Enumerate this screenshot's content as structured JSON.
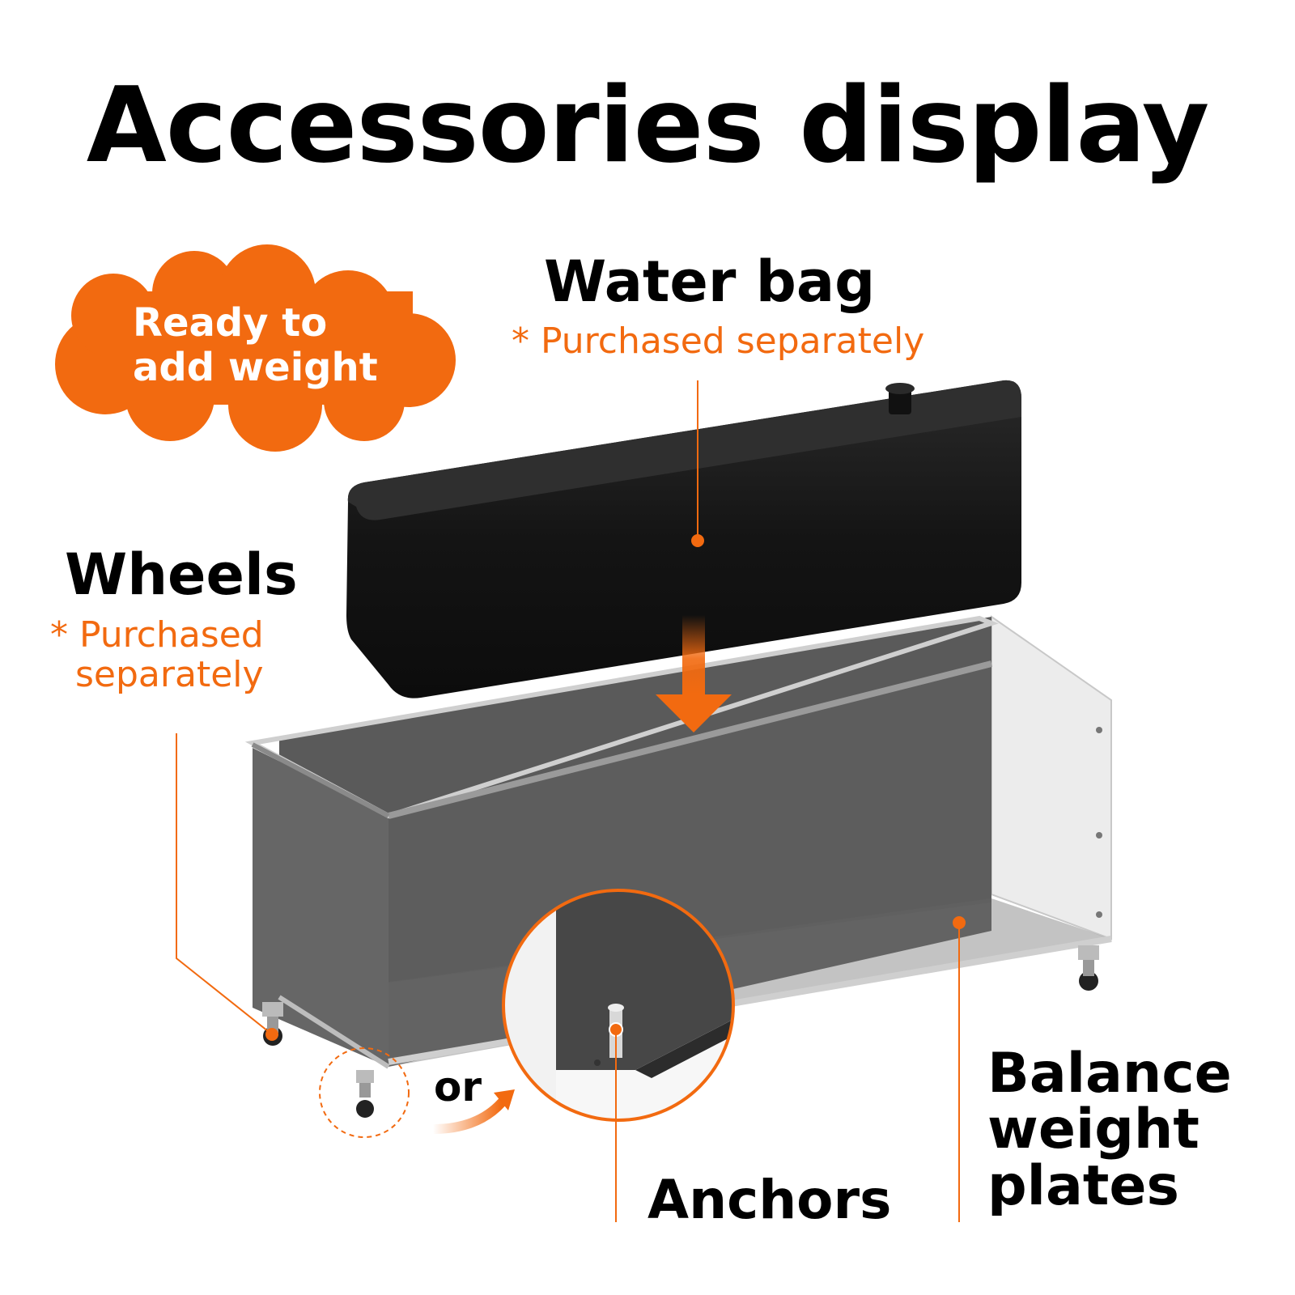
{
  "title": "Accessories display",
  "badge": {
    "text_line1": "Ready to",
    "text_line2": "add weight",
    "color": "#f26a10"
  },
  "water_bag": {
    "label": "Water bag",
    "note": "* Purchased separately"
  },
  "wheels": {
    "label": "Wheels",
    "note_line1": "* Purchased",
    "note_line2": "separately"
  },
  "connector_word": "or",
  "anchors": {
    "label": "Anchors"
  },
  "balance": {
    "label_line1": "Balance",
    "label_line2": "weight",
    "label_line3": "plates"
  },
  "colors": {
    "accent": "#f26a10",
    "text": "#000000",
    "water_bag": "#151515",
    "frame": "#5e5e5e"
  }
}
